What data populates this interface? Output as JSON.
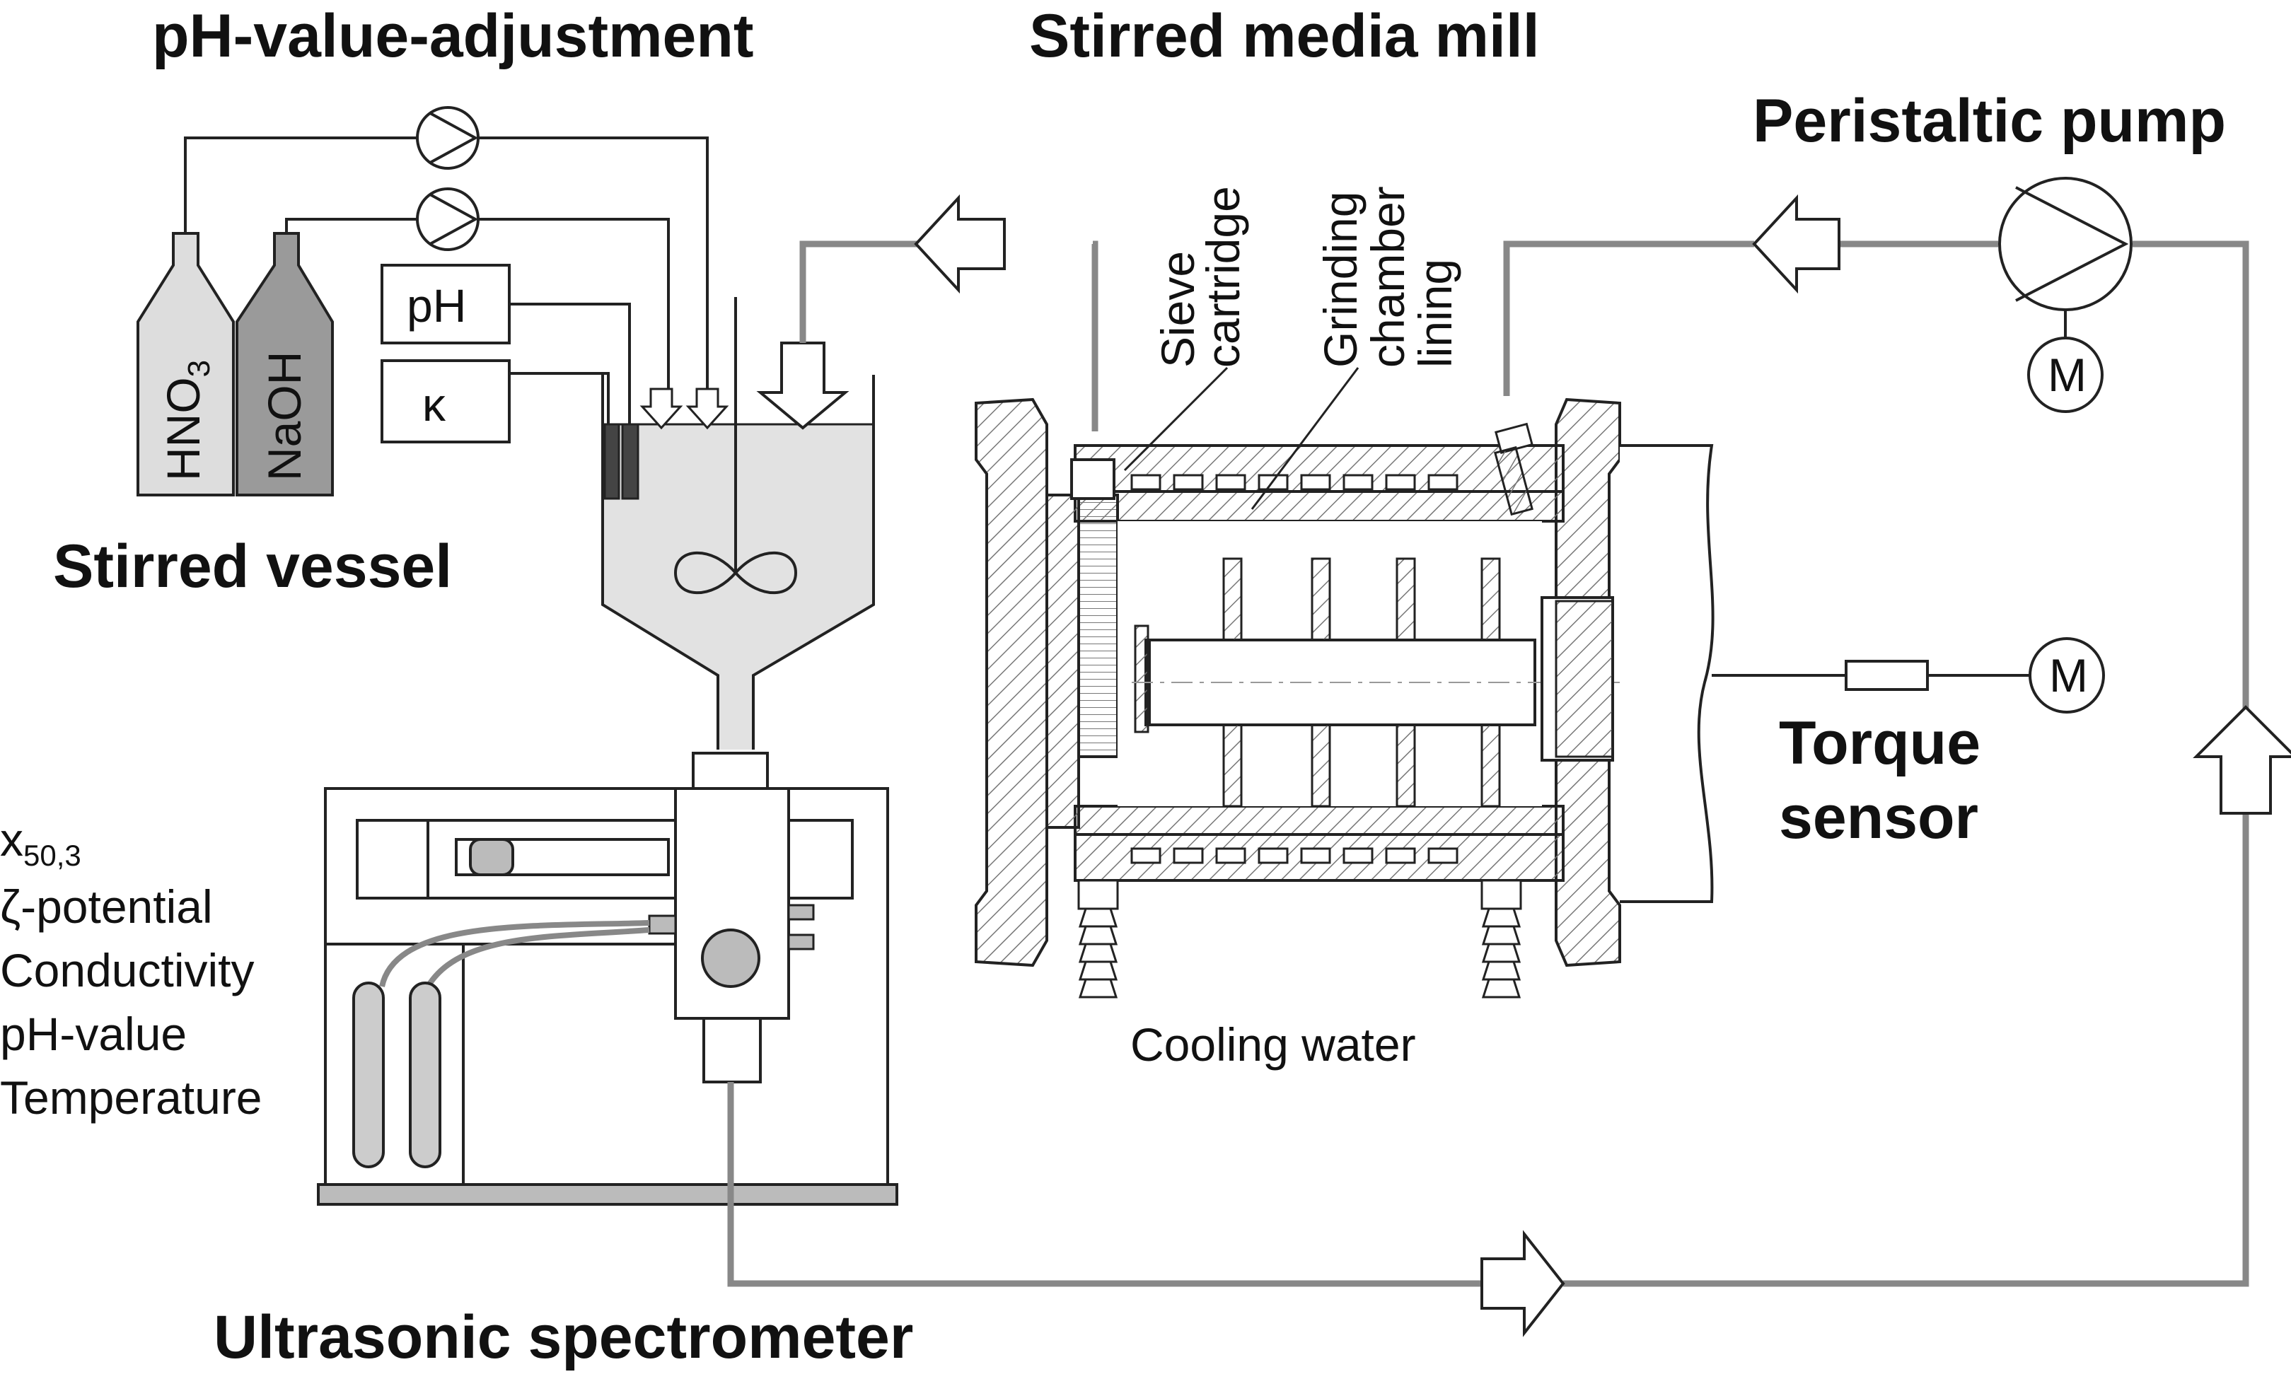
{
  "headings": {
    "ph_adjustment": "pH-value-adjustment",
    "stirred_media_mill": "Stirred media mill",
    "peristaltic_pump": "Peristaltic pump",
    "stirred_vessel": "Stirred vessel",
    "torque_sensor_line1": "Torque",
    "torque_sensor_line2": "sensor",
    "ultrasonic_spectrometer": "Ultrasonic spectrometer"
  },
  "bottles": {
    "acid_main": "HNO",
    "acid_sub": "3",
    "base": "NaOH"
  },
  "sensors": {
    "ph": "pH",
    "conductivity": "κ"
  },
  "mill_labels": {
    "sieve_line1": "Sieve",
    "sieve_line2": "cartridge",
    "lining_line1": "Grinding",
    "lining_line2": "chamber",
    "lining_line3": "lining",
    "cooling_water": "Cooling water"
  },
  "motors": {
    "pump_motor": "M",
    "drive_motor": "M"
  },
  "measurements": {
    "x_main": "x",
    "x_sub": "50,3",
    "zeta": "ζ-potential",
    "conductivity": "Conductivity",
    "ph_value": "pH-value",
    "temperature": "Temperature"
  },
  "colors": {
    "line": "#222222",
    "pipe": "#888888",
    "vessel_fill": "#e2e2e2",
    "acid_bottle": "#dddddd",
    "base_bottle": "#9a9a9a",
    "electrode": "#444444",
    "hatch": "#777777"
  }
}
